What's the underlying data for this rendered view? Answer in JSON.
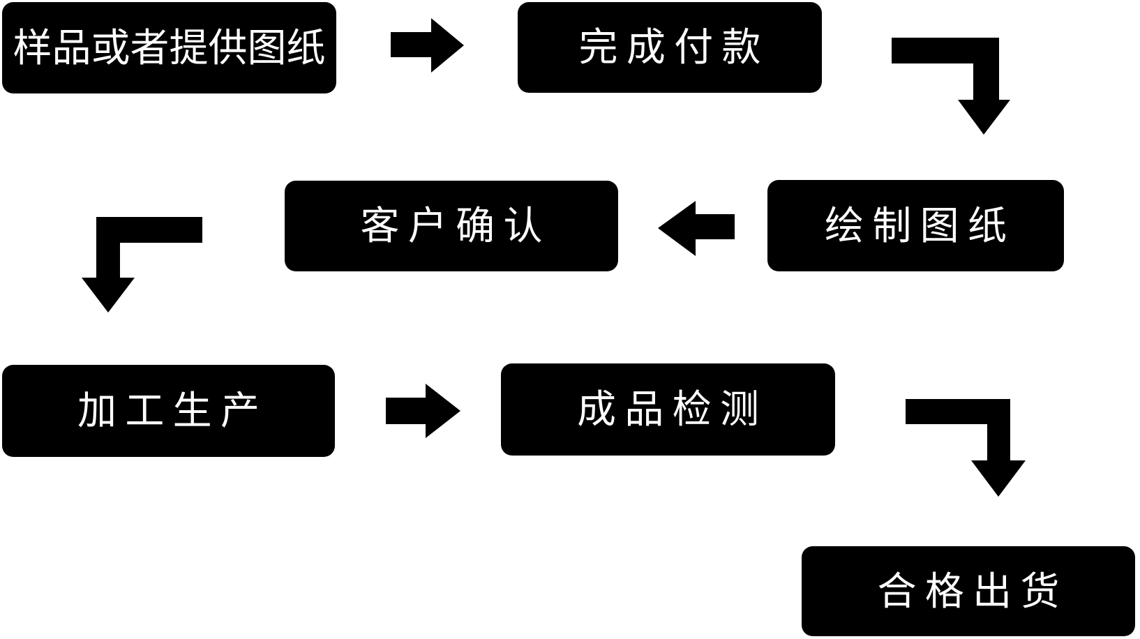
{
  "flowchart": {
    "nodes": [
      {
        "id": "sample-or-provide-drawings",
        "label": "样品或者提供图纸"
      },
      {
        "id": "complete-payment",
        "label": "完成付款"
      },
      {
        "id": "draw-drawings",
        "label": "绘制图纸"
      },
      {
        "id": "customer-confirmation",
        "label": "客户确认"
      },
      {
        "id": "processing-production",
        "label": "加工生产"
      },
      {
        "id": "finished-product-inspection",
        "label": "成品检测"
      },
      {
        "id": "qualified-shipment",
        "label": "合格出货"
      }
    ],
    "connectors": [
      {
        "from": "样品或者提供图纸",
        "to": "完成付款",
        "icon": "right-arrow-icon"
      },
      {
        "from": "完成付款",
        "to": "绘制图纸",
        "icon": "elbow-right-down-arrow-icon"
      },
      {
        "from": "绘制图纸",
        "to": "客户确认",
        "icon": "left-arrow-icon"
      },
      {
        "from": "客户确认",
        "to": "加工生产",
        "icon": "elbow-left-down-arrow-icon"
      },
      {
        "from": "加工生产",
        "to": "成品检测",
        "icon": "right-arrow-icon"
      },
      {
        "from": "成品检测",
        "to": "合格出货",
        "icon": "elbow-right-down-arrow-icon"
      }
    ],
    "colors": {
      "node_background": "#000000",
      "node_text": "#ffffff",
      "arrow": "#000000",
      "page_background": "#ffffff"
    }
  }
}
